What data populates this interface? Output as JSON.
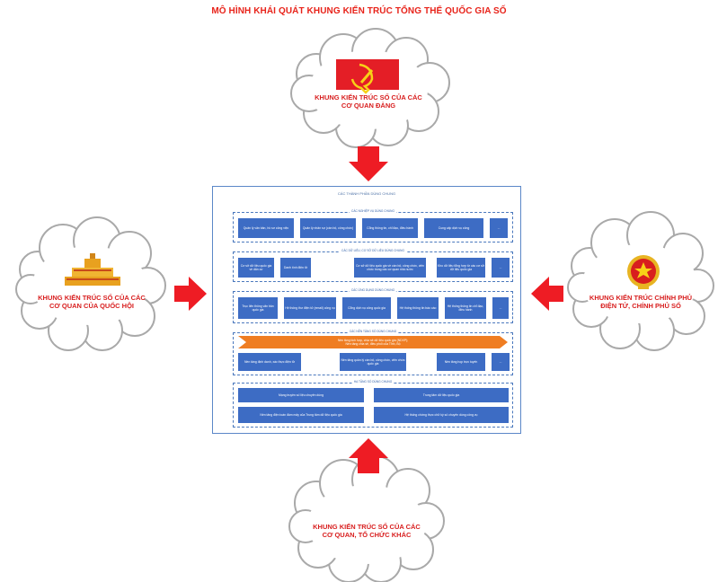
{
  "title": "MÔ HÌNH KHÁI QUÁT KHUNG KIẾN TRÚC TỔNG THỂ QUỐC GIA SỐ",
  "clouds": {
    "top": "KHUNG KIẾN TRÚC SỐ CỦA CÁC CƠ QUAN ĐẢNG",
    "left": "KHUNG KIẾN TRÚC SỐ CỦA CÁC CƠ QUAN CỦA QUỐC HỘI",
    "right": "KHUNG KIẾN TRÚC CHÍNH PHỦ ĐIỆN TỬ, CHÍNH PHỦ SỐ",
    "bottom": "KHUNG KIẾN TRÚC SỐ CỦA CÁC CƠ QUAN, TỔ CHỨC KHÁC"
  },
  "colors": {
    "red": "#e8231a",
    "blue": "#3d6cc4",
    "orange": "#ef7d22",
    "cloud_border": "#a9a9a9"
  },
  "icons": {
    "top": "hammer-sickle-flag-icon",
    "left": "national-assembly-building-icon",
    "right": "national-emblem-icon"
  },
  "frame": {
    "title": "CÁC THÀNH PHẦN DÙNG CHUNG",
    "groups": [
      {
        "title": "CÁC NGHIỆP VỤ DÙNG CHUNG",
        "boxes": [
          "Quản lý văn bản, hồ sơ công việc",
          "Quản lý nhân sự (cán bộ, công chức)",
          "Cổng thông tin, chỉ đạo, điều hành",
          "Cung cấp dịch vụ công",
          "..."
        ]
      },
      {
        "title": "CÁC DỮ LIỆU, CƠ SỞ DỮ LIỆU DÙNG CHUNG",
        "boxes": [
          "Cơ sở dữ liệu quốc gia về dân cư",
          "Danh tính điện tử",
          "Cơ sở dữ liệu quốc gia về cán bộ, công chức, viên chức trong các cơ quan nhà nước",
          "Kho dữ liệu tổng hợp từ các cơ sở dữ liệu quốc gia",
          "..."
        ]
      },
      {
        "title": "CÁC ỨNG DỤNG DÙNG CHUNG",
        "boxes": [
          "Trục liên thông văn bản quốc gia",
          "Hệ thống thư điện tử (email) công vụ",
          "Cổng dịch vụ công quốc gia",
          "Hệ thống thông tin báo cáo",
          "Hệ thống thông tin chỉ đạo, điều hành",
          "..."
        ]
      },
      {
        "title": "CÁC NỀN TẢNG SỐ DÙNG CHUNG",
        "orange_line1": "Nền tảng tích hợp, chia sẻ dữ liệu quốc gia (NDXP);",
        "orange_line2": "Nền tảng chia sẻ, điều phối của Tỉnh, Bộ",
        "boxes": [
          "Nền tảng định danh, xác thực điện tử",
          "Nền tảng quản lý cán bộ, công chức, viên chức quốc gia",
          "Nền tảng họp trực tuyến",
          "..."
        ]
      },
      {
        "title": "HẠ TẦNG SỐ DÙNG CHUNG",
        "boxes": [
          "Mạng truyền số liệu chuyên dùng",
          "Trung tâm dữ liệu quốc gia",
          "Nền tảng điện toán đám mây của Trung tâm dữ liệu quốc gia",
          "Hệ thống chứng thực chữ ký số chuyên dùng công vụ"
        ]
      }
    ]
  }
}
